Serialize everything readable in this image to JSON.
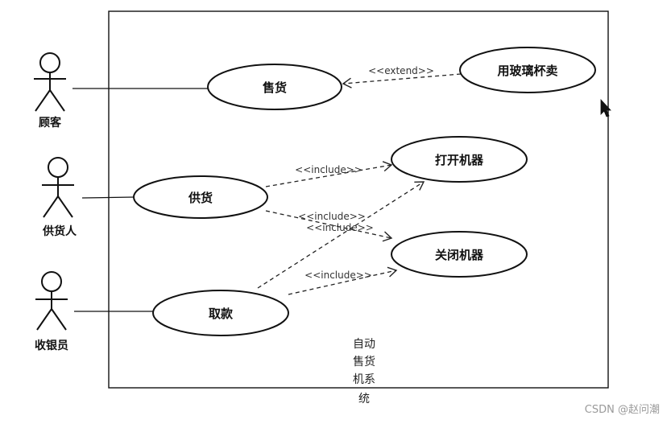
{
  "diagram": {
    "system": {
      "label": "自动售货机系统",
      "label_lines": [
        "自动",
        "售货",
        "机系",
        "统"
      ]
    },
    "actors": [
      {
        "id": "customer",
        "label": "顾客"
      },
      {
        "id": "supplier",
        "label": "供货人"
      },
      {
        "id": "cashier",
        "label": "收银员"
      }
    ],
    "use_cases": [
      {
        "id": "sell",
        "label": "售货"
      },
      {
        "id": "glass",
        "label": "用玻璃杯卖"
      },
      {
        "id": "supply",
        "label": "供货"
      },
      {
        "id": "open",
        "label": "打开机器"
      },
      {
        "id": "close",
        "label": "关闭机器"
      },
      {
        "id": "withdraw",
        "label": "取款"
      }
    ],
    "relations": [
      {
        "from": "glass",
        "to": "sell",
        "stereotype": "<<extend>>"
      },
      {
        "from": "supply",
        "to": "open",
        "stereotype": "<<include>>"
      },
      {
        "from": "supply",
        "to": "close",
        "stereotype": "<<include>>"
      },
      {
        "from": "withdraw",
        "to": "open",
        "stereotype": "<<include>>"
      },
      {
        "from": "withdraw",
        "to": "close",
        "stereotype": "<<include>>"
      }
    ]
  },
  "watermark": "CSDN @赵问潮"
}
